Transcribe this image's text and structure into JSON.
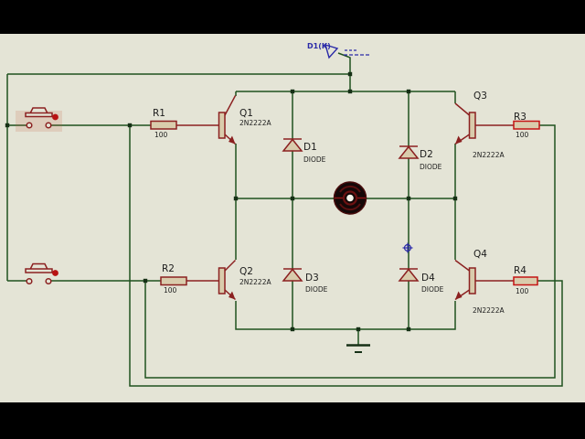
{
  "colors": {
    "background": "#e4e4d6",
    "letterbox": "#000000",
    "wire_green": "#1f521f",
    "component_red": "#8b2020",
    "highlight_red": "#c41414",
    "body_tan": "#d9ccac",
    "annotation_blue": "#2a2aa8",
    "label_text": "#1c1c1c"
  },
  "probe": {
    "label": "D1(K)"
  },
  "transistors": [
    {
      "ref": "Q1",
      "part": "2N2222A"
    },
    {
      "ref": "Q2",
      "part": "2N2222A"
    },
    {
      "ref": "Q3",
      "part": "2N2222A"
    },
    {
      "ref": "Q4",
      "part": "2N2222A"
    }
  ],
  "resistors": [
    {
      "ref": "R1",
      "value": "100"
    },
    {
      "ref": "R2",
      "value": "100"
    },
    {
      "ref": "R3",
      "value": "100"
    },
    {
      "ref": "R4",
      "value": "100"
    }
  ],
  "diodes": [
    {
      "ref": "D1",
      "part": "DIODE"
    },
    {
      "ref": "D2",
      "part": "DIODE"
    },
    {
      "ref": "D3",
      "part": "DIODE"
    },
    {
      "ref": "D4",
      "part": "DIODE"
    }
  ]
}
